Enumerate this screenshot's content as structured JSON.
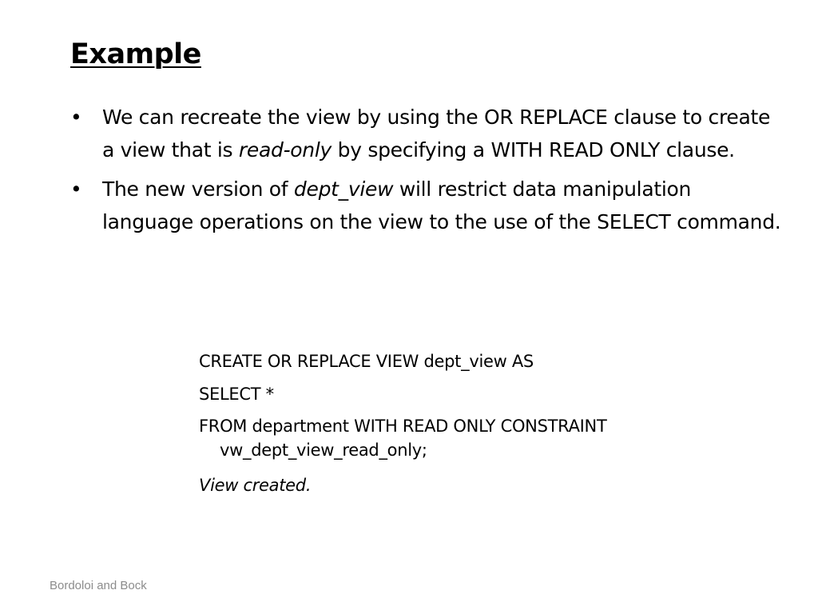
{
  "slide": {
    "title": "Example",
    "bullet_marker": "•",
    "bullets": [
      {
        "before": "We can recreate the view by using the OR REPLACE clause to create a view that is ",
        "emphasis": "read-only",
        "after": " by specifying a WITH READ ONLY clause."
      },
      {
        "before": "The new version of ",
        "emphasis": "dept_view",
        "after": " will restrict data manipulation language operations on the view to the use of the SELECT command."
      }
    ],
    "code": {
      "line1": "CREATE OR REPLACE VIEW dept_view AS",
      "line2": "SELECT *",
      "line3": "FROM department WITH READ ONLY CONSTRAINT vw_dept_view_read_only;",
      "result": "View created."
    },
    "footer": "Bordoloi and Bock"
  }
}
